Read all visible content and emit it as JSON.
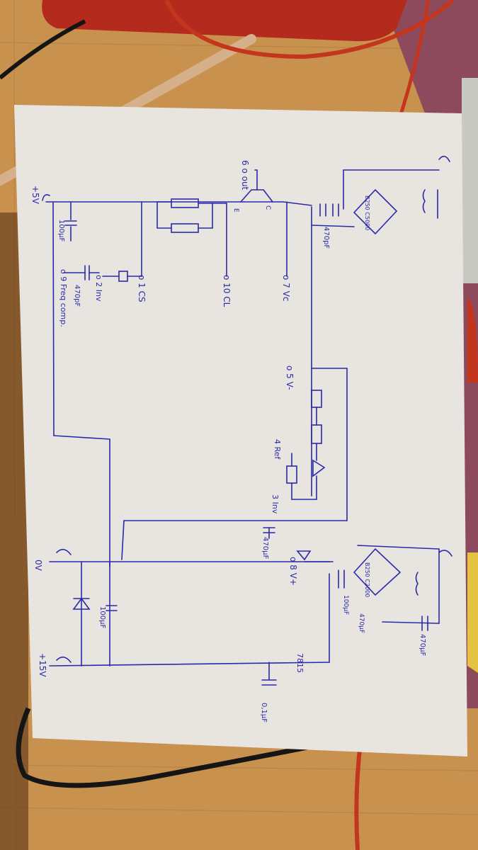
{
  "colors": {
    "table": "#c8924e",
    "paper": "#e8e5e1",
    "ink": "#2a2aa8",
    "cable_red": "#c4351e",
    "cable_black": "#151515",
    "mat": "#8c4a5c"
  },
  "schematic": {
    "labels": {
      "out": "6 o out",
      "emitter": "E",
      "collector": "C",
      "vc": "o 7 Vc",
      "cl": "o 10 CL",
      "cs": "o 1 CS",
      "inv": "o 2 Inv",
      "comp": "o 9 Freq comp.",
      "vminus": "o 5 V-",
      "ref": "4 Ref",
      "ninv": "3 Inv",
      "vplus": "o 8 V+",
      "reg": "7815",
      "cap_100uf_left": "100µF",
      "cap_470pf_top": "470pF",
      "cap_470pf": "470pF",
      "cap_470uf_top": "470µF",
      "cap_100uf_mid": "100µF",
      "cap_470uf_right": "470µF",
      "cap_01uf": "0,1µF",
      "cap_100uf_bottom": "100µF",
      "cap_470uf_bottom": "470µF",
      "bridge_top": "B250 C5000",
      "bridge_bottom": "B250 C2000",
      "plus5": "+5V",
      "zero": "0V",
      "plus15": "+15V"
    }
  }
}
